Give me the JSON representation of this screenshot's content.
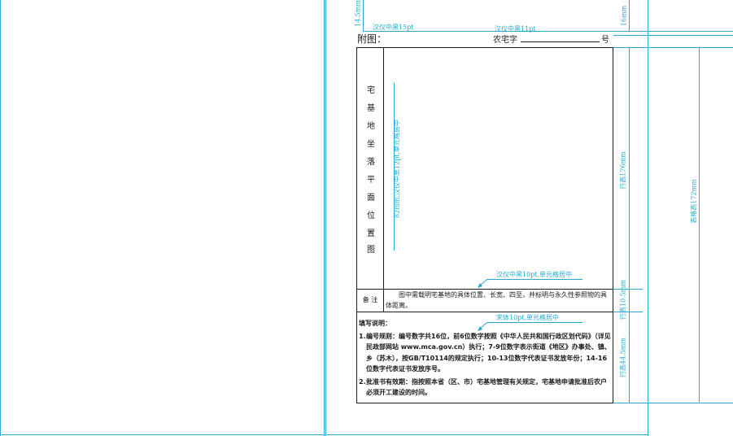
{
  "header": {
    "title": "附图：",
    "number_prefix": "农宅字",
    "number_suffix": "号"
  },
  "left_label": {
    "chars": [
      "宅",
      "基",
      "地",
      "坐",
      "落",
      "平",
      "面",
      "位",
      "置",
      "图"
    ]
  },
  "remarks": {
    "label": "备 注",
    "text": "图中需载明宅基地的具体位置、长宽、四至，并标明与永久性参照物的具体距离。"
  },
  "instructions": {
    "title": "填写说明：",
    "items": [
      {
        "number": "1.",
        "text": "编号规则：编号数字共16位，前6位数字按照《中华人民共和国行政区划代码》（详见民政部网站 www.mca.gov.cn）执行；7-9位数字表示街道《地区》办事处、镇、乡（苏木），按GB/T10114的规定执行；10-13位数字代表证书发放年份；14-16位数字代表证书发放序号。"
      },
      {
        "number": "2.",
        "text": "批准书有效期：指按照本省（区、市）宅基地管理有关规定，宅基地申请批准后农户必须开工建设的时间。"
      }
    ]
  },
  "annotations": {
    "top_margin": "14.5mm",
    "title_font": "汉仪中黑15pt",
    "number_font": "汉仪中黑11pt",
    "header_height": "16mm",
    "left_label_spec": "82mm,汉仪中黑12pt,单元格居中",
    "remarks_font": "汉仪中黑10pt,单元格居中",
    "instructions_font": "宋体10pt,单元格居中",
    "row_height_main": "行高176mm",
    "row_height_remarks": "行高10.5mm",
    "row_height_instructions": "行高44.5mm",
    "table_height": "表格高172mm"
  },
  "colors": {
    "guide": "#29a9cf",
    "text": "#1a1a1a"
  }
}
